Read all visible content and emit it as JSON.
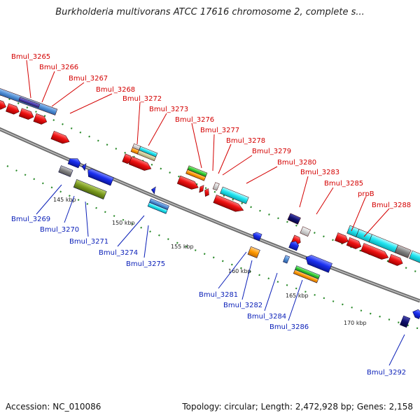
{
  "title": "Burkholderia multivorans ATCC 17616 chromosome 2, complete s...",
  "footer": {
    "accession": "Accession: NC_010086",
    "topology": "Topology: circular; Length: 2,472,928 bp; Genes: 2,158"
  },
  "ticks": [
    "145 kbp",
    "150 kbp",
    "155 kbp",
    "160 kbp",
    "165 kbp",
    "170 kbp"
  ],
  "labels_top": [
    "Bmul_3265",
    "Bmul_3266",
    "Bmul_3267",
    "Bmul_3268",
    "Bmul_3272",
    "Bmul_3273",
    "Bmul_3276",
    "Bmul_3277",
    "Bmul_3278",
    "Bmul_3279",
    "Bmul_3280",
    "Bmul_3283",
    "Bmul_3285",
    "prpB",
    "Bmul_3288"
  ],
  "labels_bottom": [
    "Bmul_3269",
    "Bmul_3270",
    "Bmul_3271",
    "Bmul_3274",
    "Bmul_3275",
    "Bmul_3281",
    "Bmul_3282",
    "Bmul_3284",
    "Bmul_3286",
    "Bmul_3292"
  ],
  "colors": {
    "backbone": "#888888",
    "forward_gene": "#ee1111",
    "reverse_gene": "#1a2ff0",
    "cds_cyan": "#22e6f2",
    "cds_steelblue": "#4f8fd6",
    "cds_olive": "#7a9a1e",
    "cds_green": "#33cc33",
    "cds_orange": "#ff9900",
    "cds_gray": "#808080",
    "cds_navy": "#10106e",
    "dots": "#2a8a2a",
    "label_forward": "#d40000",
    "label_reverse": "#0a1fb8"
  }
}
